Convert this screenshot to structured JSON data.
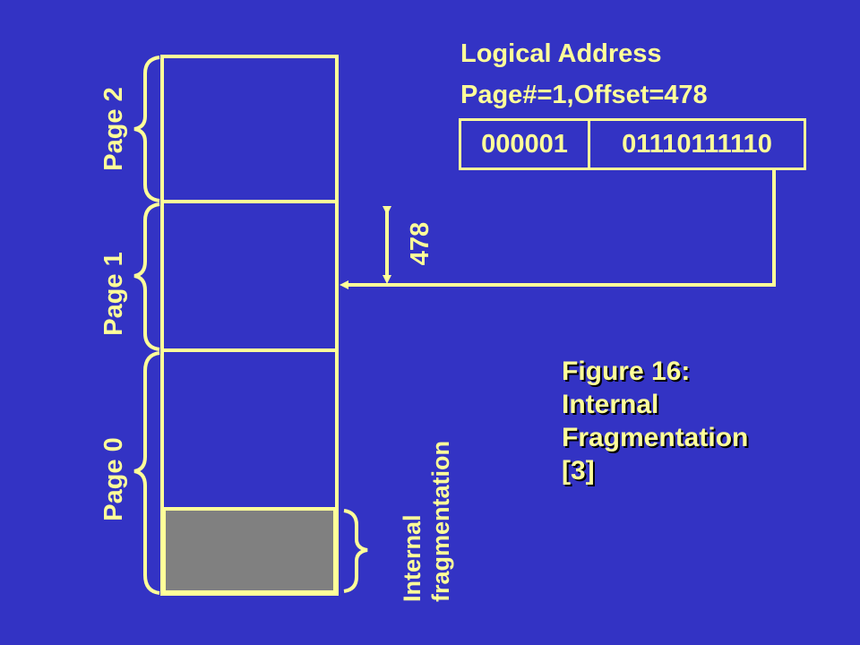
{
  "colors": {
    "background": "#3333c4",
    "line": "#ffff99",
    "fragment_fill": "#808080",
    "text": "#ffff99"
  },
  "logical_address": {
    "title": "Logical Address",
    "detail": "Page#=1,Offset=478",
    "page_bits": "000001",
    "offset_bits": "01110111110"
  },
  "pages": {
    "page0": "Page 0",
    "page1": "Page 1",
    "page2": "Page 2"
  },
  "offset_label": "478",
  "fragment_label": {
    "line1": "Internal",
    "line2": "fragmentation"
  },
  "caption": {
    "line1": "Figure 16:",
    "line2": "Internal",
    "line3": "Fragmentation",
    "line4": "[3]"
  }
}
